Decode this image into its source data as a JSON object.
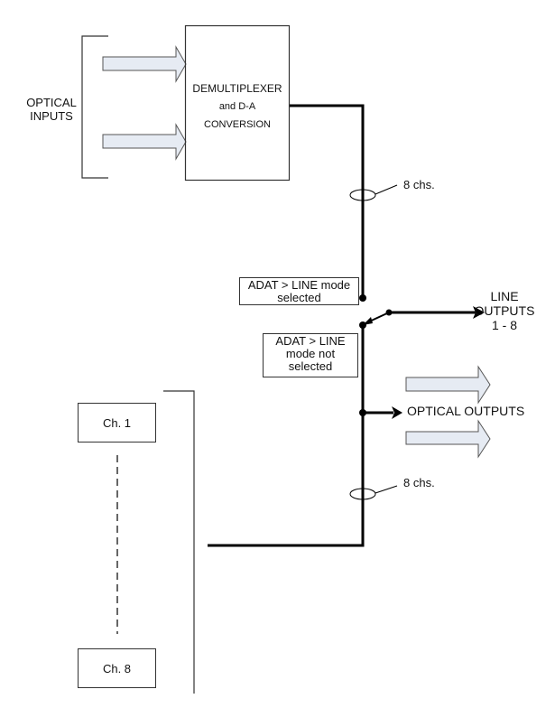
{
  "diagram": {
    "optical_inputs_label_line1": "OPTICAL",
    "optical_inputs_label_line2": "INPUTS",
    "demux_line1": "DEMULTIPLEXER",
    "demux_line2": "and D-A",
    "demux_line3": "CONVERSION",
    "bus_top_label": "8 chs.",
    "bus_bottom_label": "8 chs.",
    "mode_selected_line1": "ADAT > LINE mode",
    "mode_selected_line2": "selected",
    "mode_not_selected_line1": "ADAT > LINE",
    "mode_not_selected_line2": "mode not",
    "mode_not_selected_line3": "selected",
    "line_outputs_line1": "LINE",
    "line_outputs_line2": "OUTPUTS",
    "line_outputs_line3": "1 - 8",
    "optical_outputs_label": "OPTICAL OUTPUTS",
    "channel_first": "Ch. 1",
    "channel_last": "Ch. 8"
  },
  "colors": {
    "arrow_fill": "#e6ebf3",
    "line": "#000000",
    "border": "#333333"
  }
}
